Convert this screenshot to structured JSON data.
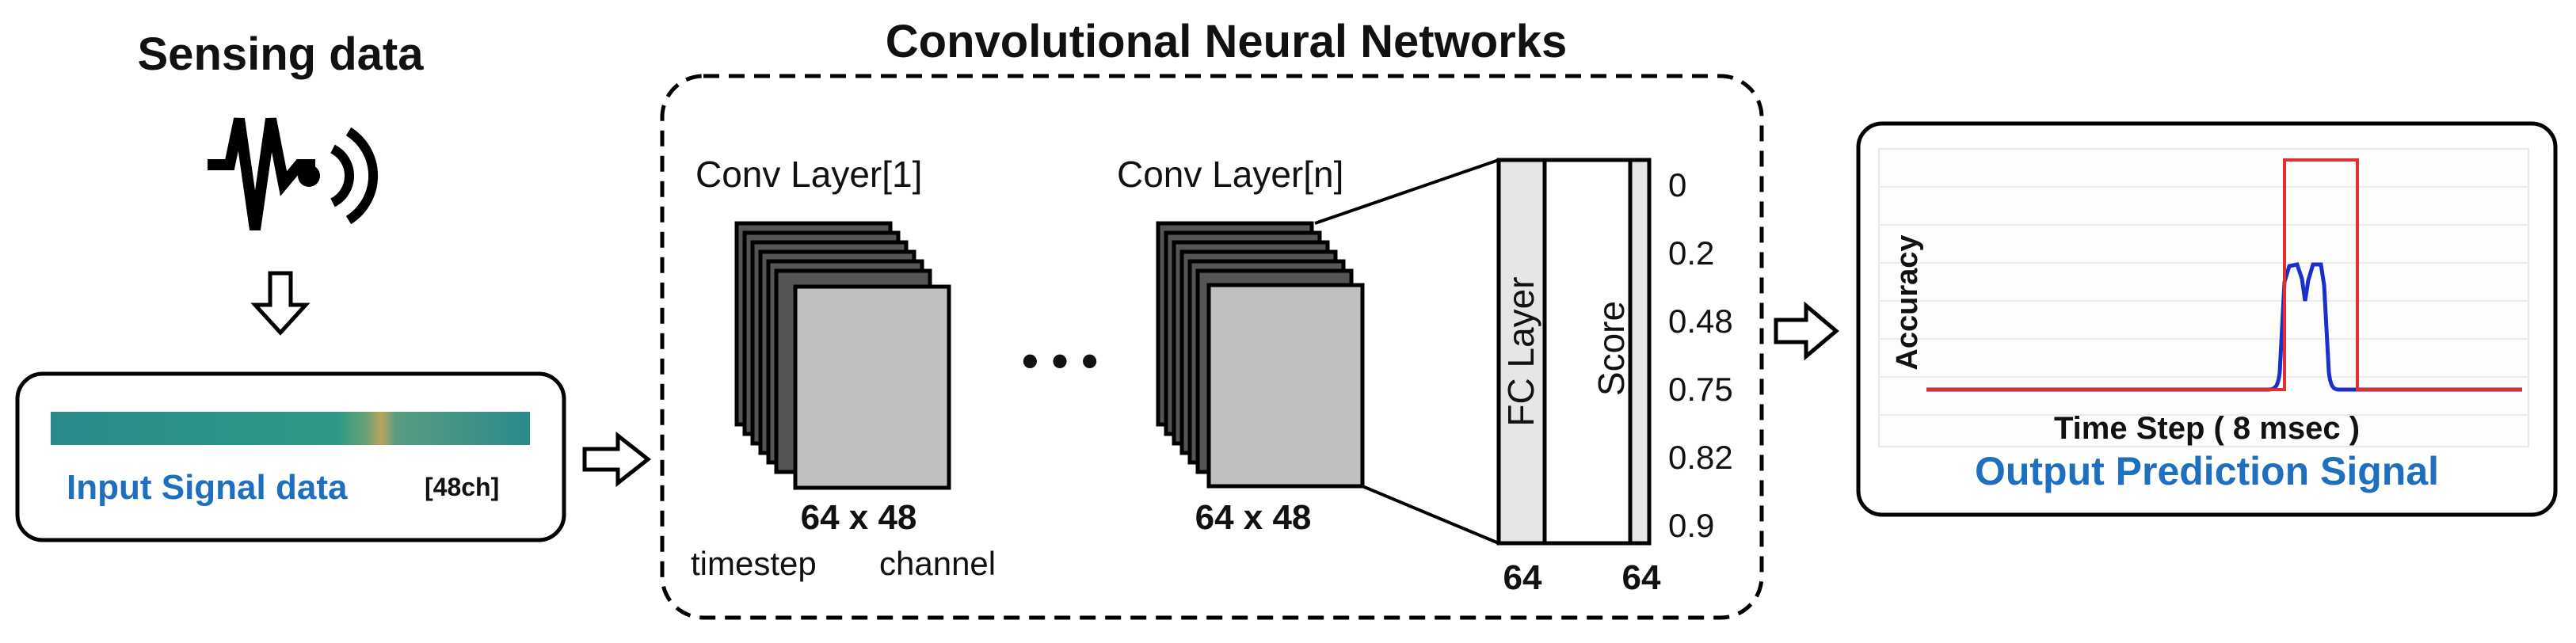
{
  "sensing": {
    "title": "Sensing data",
    "icon": "wireless-signal-icon"
  },
  "input": {
    "label": "Input Signal data",
    "badge": "[48ch]"
  },
  "cnn": {
    "title": "Convolutional Neural Networks",
    "conv1": {
      "label": "Conv Layer[1]",
      "size": "64 x 48",
      "x_label": "timestep",
      "y_label": "channel"
    },
    "convn": {
      "label": "Conv Layer[n]",
      "size": "64 x 48"
    },
    "ellipsis": "• • •",
    "fc_label": "FC Layer",
    "fc_size": "64",
    "score_label": "Score",
    "score_size": "64",
    "scores": [
      "0",
      "0.2",
      "0.48",
      "0.75",
      "0.82",
      "0.9"
    ]
  },
  "output": {
    "title": "Output Prediction Signal",
    "xlabel": "Time Step ( 8 msec )",
    "ylabel": "Accuracy"
  },
  "colors": {
    "accent_blue": "#1f6fbf",
    "signal_red": "#e03030",
    "signal_blue": "#1a2fcc",
    "map_gray": "#c0c0c0"
  }
}
